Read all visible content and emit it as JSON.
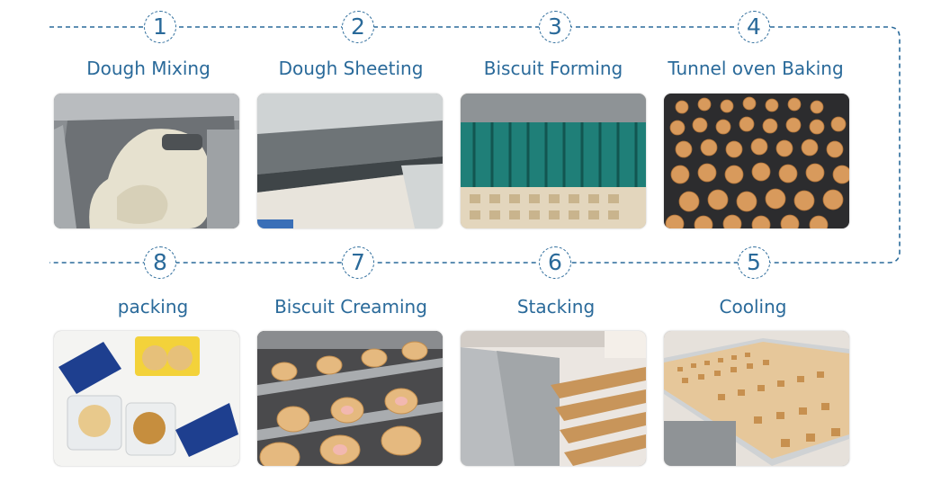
{
  "colors": {
    "accent": "#2a6a9a",
    "background": "#ffffff"
  },
  "steps": [
    {
      "number": "1",
      "label": "Dough Mixing",
      "image": "dough-mixer-photo"
    },
    {
      "number": "2",
      "label": "Dough Sheeting",
      "image": "dough-sheet-photo"
    },
    {
      "number": "3",
      "label": "Biscuit Forming",
      "image": "rotary-moulder-photo"
    },
    {
      "number": "4",
      "label": "Tunnel oven Baking",
      "image": "baked-biscuits-conveyor-photo"
    },
    {
      "number": "5",
      "label": "Cooling",
      "image": "cooling-conveyor-photo"
    },
    {
      "number": "6",
      "label": "Stacking",
      "image": "stacking-machine-photo"
    },
    {
      "number": "7",
      "label": "Biscuit Creaming",
      "image": "cream-sandwich-photo"
    },
    {
      "number": "8",
      "label": "packing",
      "image": "packed-biscuits-photo"
    }
  ]
}
